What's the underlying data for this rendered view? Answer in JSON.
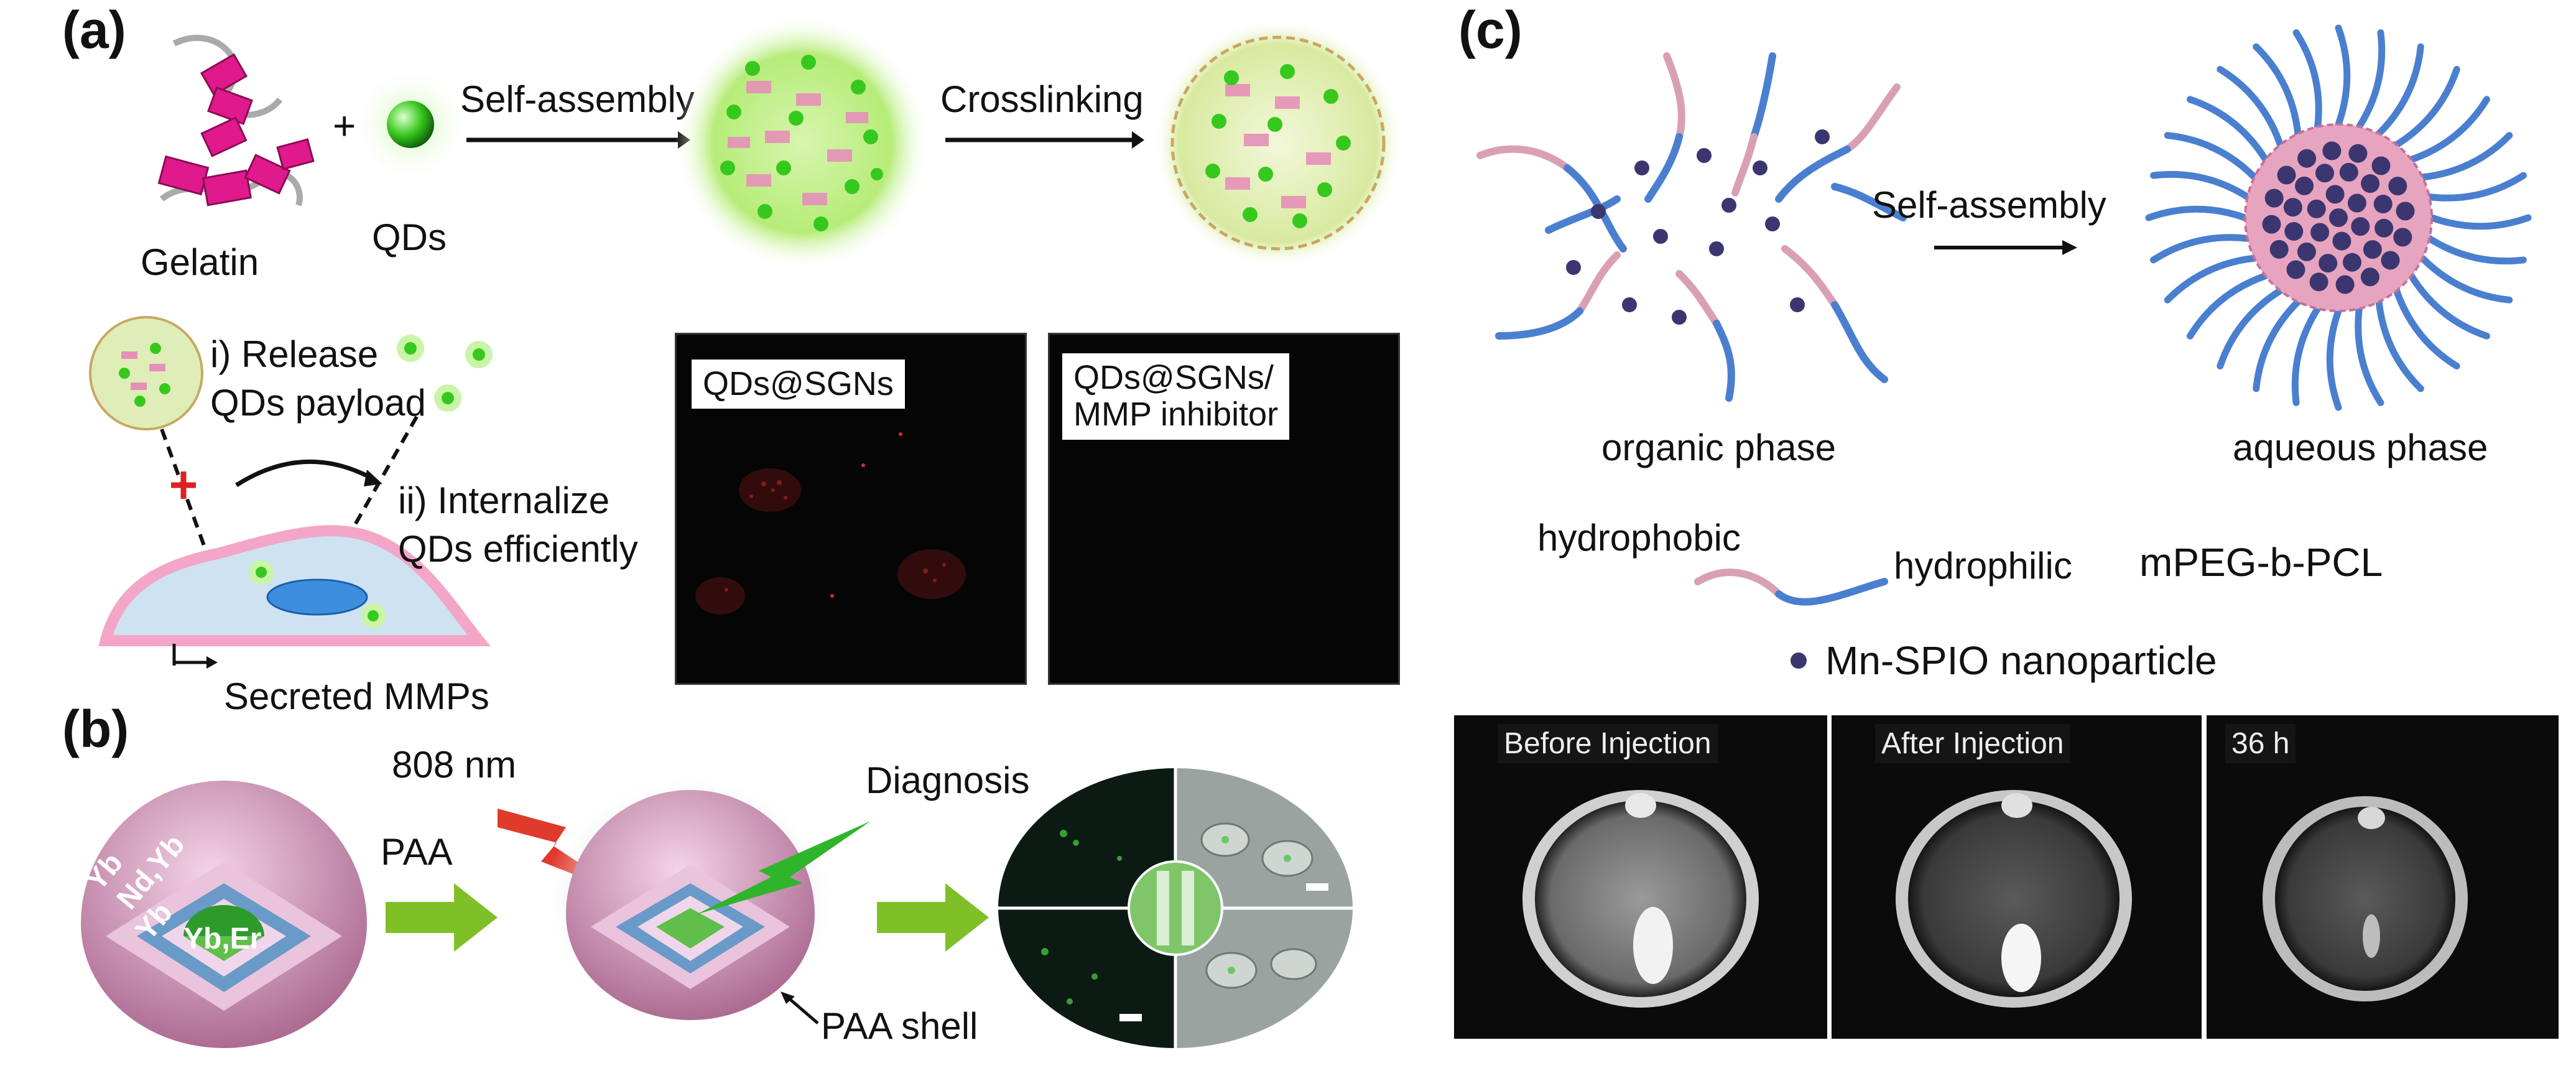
{
  "panels": {
    "a": {
      "letter": "(a)",
      "gelatin": "Gelatin",
      "plus": "+",
      "qds": "QDs",
      "self_assembly": "Self-assembly",
      "crosslinking": "Crosslinking",
      "release_line1": "i) Release",
      "release_line2": "QDs payload",
      "internalize_line1": "ii) Internalize",
      "internalize_line2": "QDs efficiently",
      "secreted": "Secreted MMPs",
      "micro1_label": "QDs@SGNs",
      "micro2_line1": "QDs@SGNs/",
      "micro2_line2": "MMP inhibitor"
    },
    "b": {
      "letter": "(b)",
      "layers": [
        "Yb",
        "Nd,Yb",
        "Yb",
        "Yb,Er"
      ],
      "paa": "PAA",
      "laser": "808 nm",
      "diagnosis": "Diagnosis",
      "paa_shell": "PAA shell"
    },
    "c": {
      "letter": "(c)",
      "self_assembly": "Self-assembly",
      "organic_phase": "organic phase",
      "aqueous_phase": "aqueous phase",
      "hydrophobic": "hydrophobic",
      "hydrophilic": "hydrophilic",
      "polymer": "mPEG-b-PCL",
      "nanoparticle": "Mn-SPIO nanoparticle",
      "mri": [
        "Before Injection",
        "After Injection",
        "36 h"
      ]
    }
  },
  "colors": {
    "qd_green": "#37c81e",
    "gelatin_pink": "#e0198c",
    "hydrophobic_pink": "#d9a0b4",
    "hydrophilic_blue": "#4a7fd0",
    "particle_purple": "#3c3670",
    "arrow_green": "#7fc028",
    "red_bolt": "#e03a2c",
    "green_bolt": "#2fb52c"
  }
}
